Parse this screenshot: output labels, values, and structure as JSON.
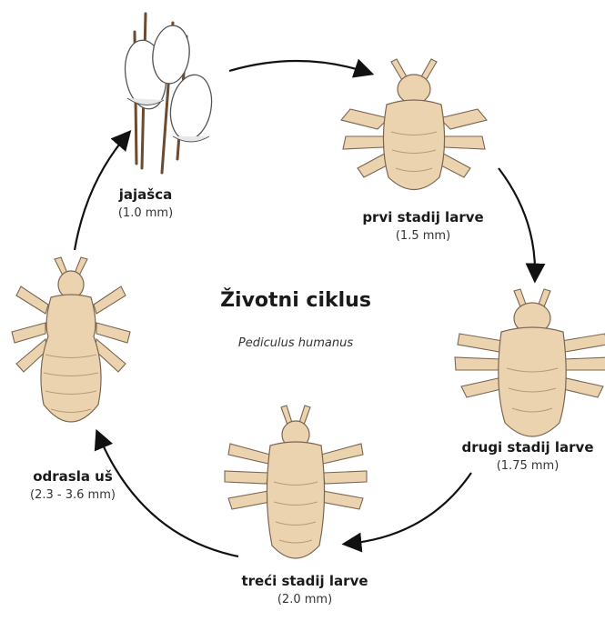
{
  "title": "Životni ciklus",
  "subtitle": "Pediculus humanus",
  "stages": [
    {
      "name": "jajašca",
      "size": "(1.0 mm)"
    },
    {
      "name": "prvi stadij larve",
      "size": "(1.5 mm)"
    },
    {
      "name": "drugi stadij larve",
      "size": "(1.75 mm)"
    },
    {
      "name": "treći stadij larve",
      "size": "(2.0 mm)"
    },
    {
      "name": "odrasla uš",
      "size": "(2.3 - 3.6 mm)"
    }
  ],
  "colors": {
    "louse_body": "#ecd3b0",
    "outline": "#7a6650",
    "arrow": "#111111"
  }
}
